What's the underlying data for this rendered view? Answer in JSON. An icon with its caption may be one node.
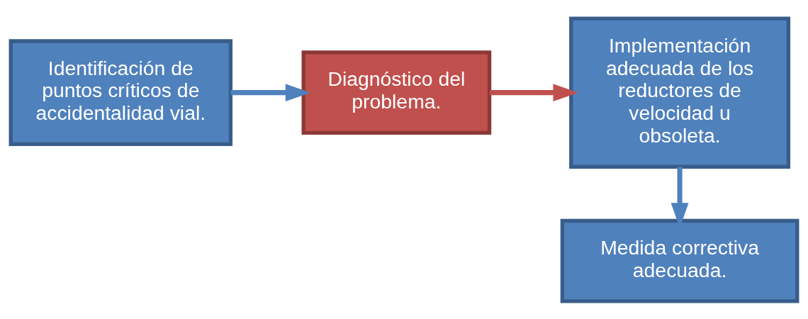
{
  "diagram": {
    "nodes": [
      {
        "text": [
          "Identificación de puntos críticos de accidentalidad vial."
        ]
      },
      {
        "text": [
          "Diagnóstico del problema."
        ]
      },
      {
        "text": [
          "Implementación adecuada de los reductores de velocidad u obsoleta."
        ]
      },
      {
        "text": [
          "Medida correctiva adecuada."
        ]
      }
    ],
    "edges": [
      {
        "from": 0,
        "to": 1,
        "arrow": "to"
      },
      {
        "from": 1,
        "to": 2,
        "arrow": "to",
        "color": "#c0504d"
      },
      {
        "from": 2,
        "to": 3,
        "arrow": "to"
      }
    ]
  }
}
